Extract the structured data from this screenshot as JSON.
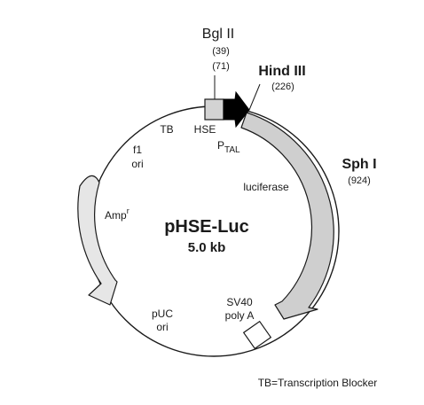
{
  "plasmid": {
    "name": "pHSE-Luc",
    "size": "5.0 kb"
  },
  "sites": {
    "bglii": {
      "name": "Bgl II",
      "pos1": "(39)",
      "pos2": "(71)"
    },
    "hindiii": {
      "name": "Hind III",
      "pos": "(226)"
    },
    "sphi": {
      "name": "Sph I",
      "pos": "(924)"
    }
  },
  "features": {
    "tb": "TB",
    "hse": "HSE",
    "ptal_main": "P",
    "ptal_sub": "TAL",
    "f1_line1": "f1",
    "f1_line2": "ori",
    "amp_main": "Amp",
    "amp_sup": "r",
    "luciferase": "luciferase",
    "puc_line1": "pUC",
    "puc_line2": "ori",
    "sv40_line1": "SV40",
    "sv40_line2": "poly A"
  },
  "footnote": "TB=Transcription Blocker",
  "colors": {
    "line": "#1a1a1a",
    "luciferase_fill": "#cfcfcf",
    "amp_fill": "#e6e6e6",
    "ptal_fill": "#000000",
    "hse_fill": "#d3d3d3",
    "sv40_fill": "#ffffff"
  }
}
